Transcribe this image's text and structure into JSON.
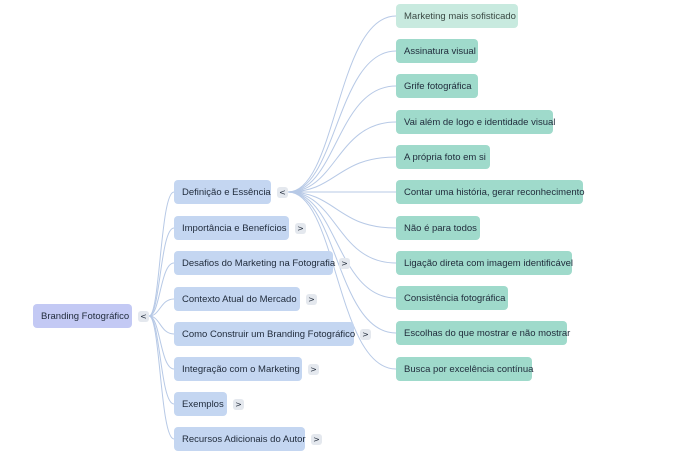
{
  "colors": {
    "root": "#c3c9f4",
    "branch": "#c4d6f1",
    "leaf": "#9fdacb",
    "leaf_highlight": "#c8eadf",
    "link": "#b7c9e6"
  },
  "icons": {
    "collapse": "<",
    "expand": ">"
  },
  "root": {
    "label": "Branding Fotográfico"
  },
  "branches": [
    {
      "label": "Definição e Essência",
      "state": "collapse"
    },
    {
      "label": "Importância e Benefícios",
      "state": "expand"
    },
    {
      "label": "Desafios do Marketing na Fotografia",
      "state": "expand"
    },
    {
      "label": "Contexto Atual do Mercado",
      "state": "expand"
    },
    {
      "label": "Como Construir um Branding Fotográfico",
      "state": "expand"
    },
    {
      "label": "Integração com o Marketing",
      "state": "expand"
    },
    {
      "label": "Exemplos",
      "state": "expand"
    },
    {
      "label": "Recursos Adicionais do Autor",
      "state": "expand"
    }
  ],
  "leaves": [
    {
      "label": "Marketing mais sofisticado"
    },
    {
      "label": "Assinatura visual"
    },
    {
      "label": "Grife fotográfica"
    },
    {
      "label": "Vai além de logo e identidade visual"
    },
    {
      "label": "A própria foto em si"
    },
    {
      "label": "Contar uma história, gerar reconhecimento"
    },
    {
      "label": "Não é para todos"
    },
    {
      "label": "Ligação direta com imagem identificável"
    },
    {
      "label": "Consistência fotográfica"
    },
    {
      "label": "Escolhas do que mostrar e não mostrar"
    },
    {
      "label": "Busca por excelência contínua"
    }
  ]
}
